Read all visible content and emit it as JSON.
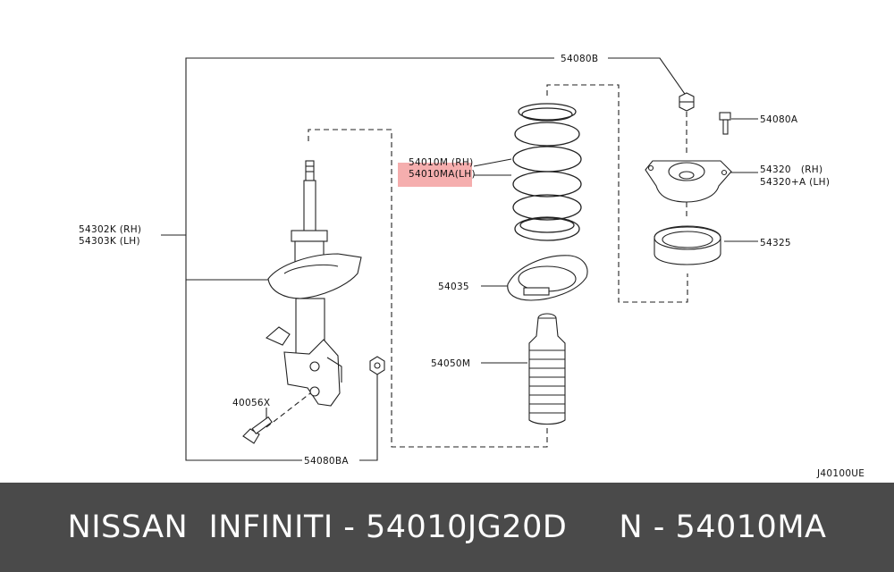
{
  "colors": {
    "line": "#222222",
    "highlight": "#f39a9a",
    "footer_bg": "#4a4a4a",
    "footer_text": "#ffffff"
  },
  "diagram": {
    "drawing_code": "J40100UE",
    "labels": {
      "p54080b": "54080B",
      "p54080a": "54080A",
      "p54010m_rh": "54010M (RH)",
      "p54010ma_lh": "54010MA(LH)",
      "p54320_rh": "54320   (RH)",
      "p54320a_lh": "54320+A (LH)",
      "p54302k_rh": "54302K (RH)",
      "p54303k_lh": "54303K (LH)",
      "p54325": "54325",
      "p54035": "54035",
      "p54050m": "54050M",
      "p40056x": "40056X",
      "p54080ba": "54080BA"
    }
  },
  "footer": {
    "text": "NISSAN  INFINITI - 54010JG20D     N - 54010MA"
  }
}
